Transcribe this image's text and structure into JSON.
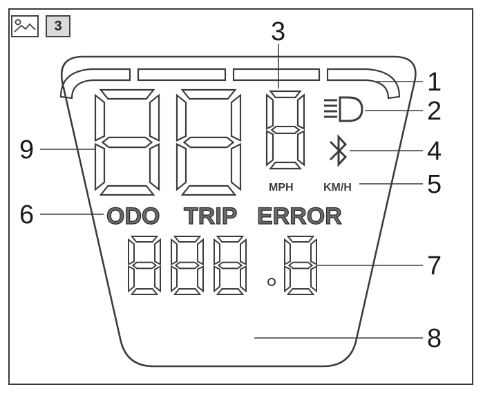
{
  "badge": {
    "icon": "image-icon",
    "number": "3"
  },
  "labels": {
    "odo": "ODO",
    "trip": "TRIP",
    "error": "ERROR",
    "mph": "MPH",
    "kmh": "KM/H"
  },
  "callouts": [
    "1",
    "2",
    "3",
    "4",
    "5",
    "6",
    "7",
    "8",
    "9"
  ],
  "icons": {
    "headlight": "headlight-icon",
    "bluetooth": "bluetooth-icon"
  },
  "colors": {
    "stroke": "#3c3c3c",
    "text": "#1a1a1a"
  }
}
